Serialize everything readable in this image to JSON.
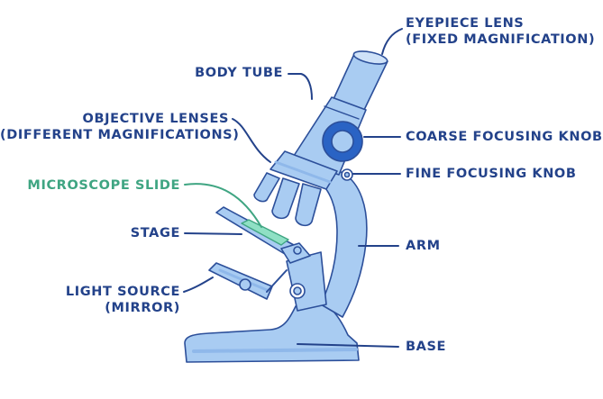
{
  "colors": {
    "label": "#23428a",
    "highlight": "#3fa582",
    "body_fill": "#a9ccf2",
    "body_shadow": "#8fb8ea",
    "outline": "#2c4f9a",
    "knob": "#2a63c4",
    "slide": "#8fe0c4"
  },
  "labels": {
    "eyepiece": {
      "line1": "EYEPIECE LENS",
      "line2": "(FIXED MAGNIFICATION)"
    },
    "body_tube": "BODY TUBE",
    "objective": {
      "line1": "OBJECTIVE LENSES",
      "line2": "(DIFFERENT MAGNIFICATIONS)"
    },
    "coarse_knob": "COARSE FOCUSING KNOB",
    "fine_knob": "FINE FOCUSING KNOB",
    "slide": "MICROSCOPE SLIDE",
    "stage": "STAGE",
    "arm": "ARM",
    "light": {
      "line1": "LIGHT SOURCE",
      "line2": "(MIRROR)"
    },
    "base": "BASE"
  }
}
